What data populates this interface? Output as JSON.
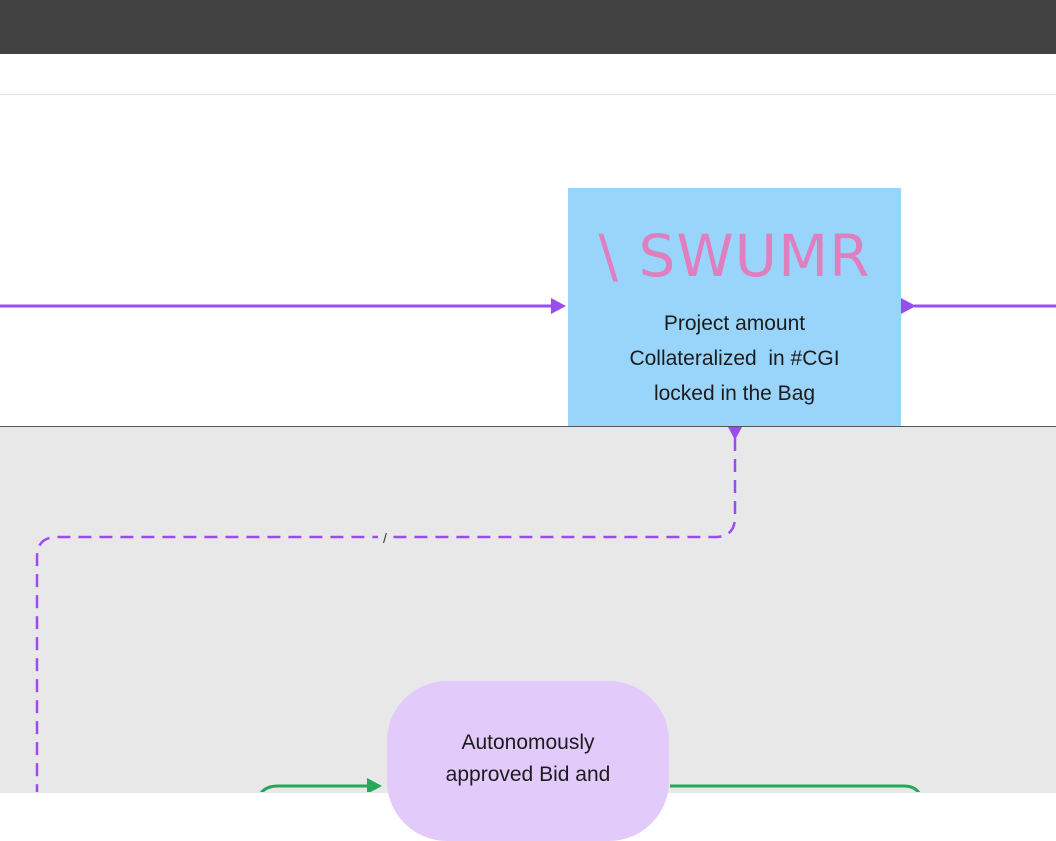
{
  "diagram": {
    "nodes": [
      {
        "id": "bag",
        "logo_text": "\\ SWUMR",
        "lines": [
          "Project amount",
          "Collateralized  in #CGI",
          "locked in the Bag"
        ],
        "fill": "#99d5fb",
        "logo_color": "#e07fc0"
      },
      {
        "id": "bid",
        "lines": [
          "Autonomously",
          "approved Bid and"
        ],
        "fill": "#e2cbfa"
      }
    ],
    "edges": [
      {
        "from": "left-offscreen",
        "to": "bag",
        "style": "solid",
        "color": "#9b4cf0"
      },
      {
        "from": "bag",
        "to": "right-offscreen",
        "style": "solid",
        "color": "#9b4cf0"
      },
      {
        "from": "bag",
        "to": "bottom-offscreen",
        "style": "dashed",
        "color": "#9b4cf0",
        "label": "/"
      },
      {
        "from": "left-offscreen",
        "to": "bid",
        "style": "solid",
        "color": "#27a75a"
      },
      {
        "from": "bid",
        "to": "right-offscreen",
        "style": "solid",
        "color": "#27a75a"
      }
    ]
  },
  "colors": {
    "topbar": "#424242",
    "lower_region": "#e8e8e8",
    "purple_edge": "#9b4cf0",
    "green_edge": "#27a75a"
  }
}
